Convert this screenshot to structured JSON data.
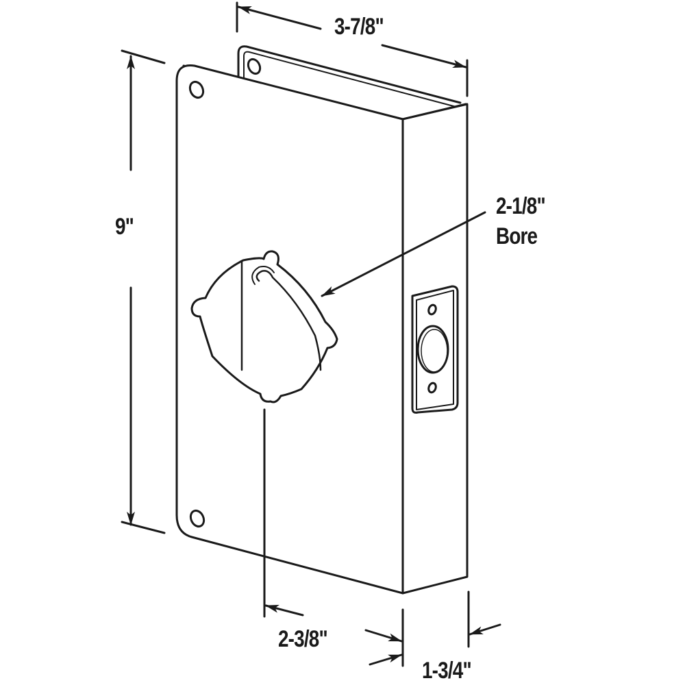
{
  "diagram": {
    "subject": "door reinforcer wrap-around plate",
    "line_color": "#1a1a1a",
    "background": "#ffffff",
    "dimensions": {
      "width": "3-7/8\"",
      "height": "9\"",
      "bore": {
        "size": "2-1/8\"",
        "label": "Bore"
      },
      "backset": "2-3/8\"",
      "door_thickness": "1-3/4\""
    },
    "parts": [
      "front-plate",
      "edge-wrap",
      "back-flange",
      "cross-bore-hole",
      "latch-faceplate",
      "screw-holes"
    ]
  }
}
